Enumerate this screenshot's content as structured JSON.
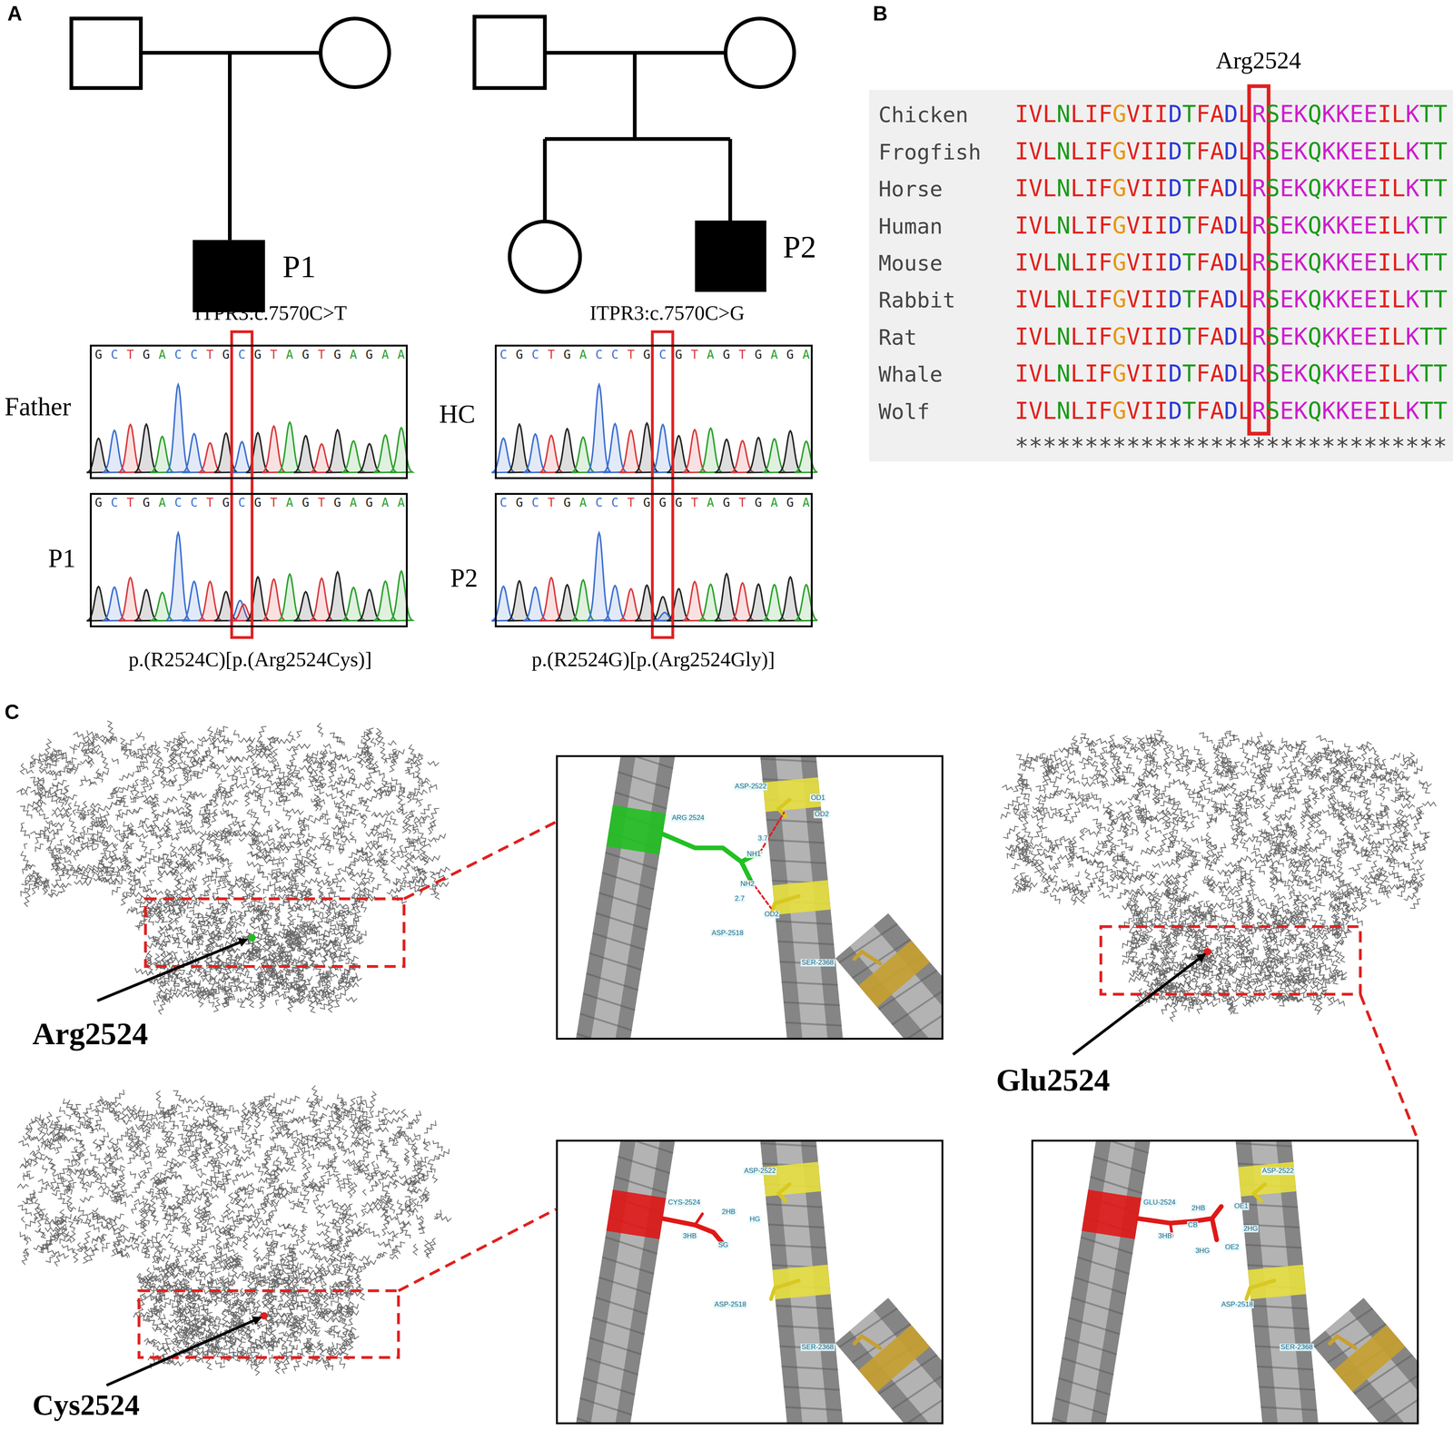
{
  "diagram": {
    "nodes": [
      {
        "text": [
          "P1"
        ]
      },
      {
        "text": [
          "P2"
        ]
      },
      {
        "text": [
          "G C T G A C C T G C G T A G T G A G A A"
        ]
      },
      {
        "text": [
          "G C T G A C C T G C G T A G T G A G A A"
        ]
      },
      {
        "text": [
          "C G C T G A C C T G C G T A G T G A G A"
        ]
      },
      {
        "text": [
          "C G C T G A C C T G G G T A G T G A G A"
        ]
      },
      {
        "text": [
          "Chicken",
          "IVLNLIFGVIIDTFADLRSEKQKKEEILKTT",
          "Frogfish",
          "IVLNLIFGVIIDTFADLRSEKQKKEEILKTT",
          "Horse",
          "IVLNLIFGVIIDTFADLRSEKQKKEEILKTT",
          "Human",
          "IVLNLIFGVIIDTFADLRSEKQKKEEILKTT",
          "Mouse",
          "IVLNLIFGVIIDTFADLRSEKQKKEEILKTT",
          "Rabbit",
          "IVLNLIFGVIIDTFADLRSEKQKKEEILKTT",
          "Rat",
          "IVLNLIFGVIIDTFADLRSEKQKKEEILKTT",
          "Whale",
          "IVLNLIFGVIIDTFADLRSEKQKKEEILKTT",
          "Wolf",
          "IVLNLIFGVIIDTFADLRSEKQKKEEILKTT",
          "*******************************"
        ]
      },
      {
        "text": [
          "ARG 2524",
          "ASP-2522",
          "OD1",
          "OD2",
          "3.7",
          "NH1",
          "NH2",
          "2.7",
          "OD2",
          "ASP-2518",
          "SER-2368"
        ]
      },
      {
        "text": [
          "CYS-2524",
          "2HB",
          "HG",
          "3HB",
          "SG",
          "ASP-2522",
          "ASP-2518",
          "SER-2368"
        ]
      },
      {
        "text": [
          "GLU-2524",
          "2HB",
          "OE1",
          "3HB",
          "CB",
          "2HG",
          "OE2",
          "3HG",
          "ASP-2522",
          "ASP-2518",
          "SER-2368"
        ]
      }
    ],
    "labels": [
      "A",
      "ITPR3:c.7570C>T",
      "ITPR3:c.7570C>G",
      "Father",
      "P1",
      "HC",
      "P2",
      "p.(R2524C)[p.(Arg2524Cys)]",
      "p.(R2524G)[p.(Arg2524Gly)]",
      "B",
      "Arg2524",
      "C",
      "Arg2524",
      "Cys2524",
      "Glu2524"
    ]
  }
}
